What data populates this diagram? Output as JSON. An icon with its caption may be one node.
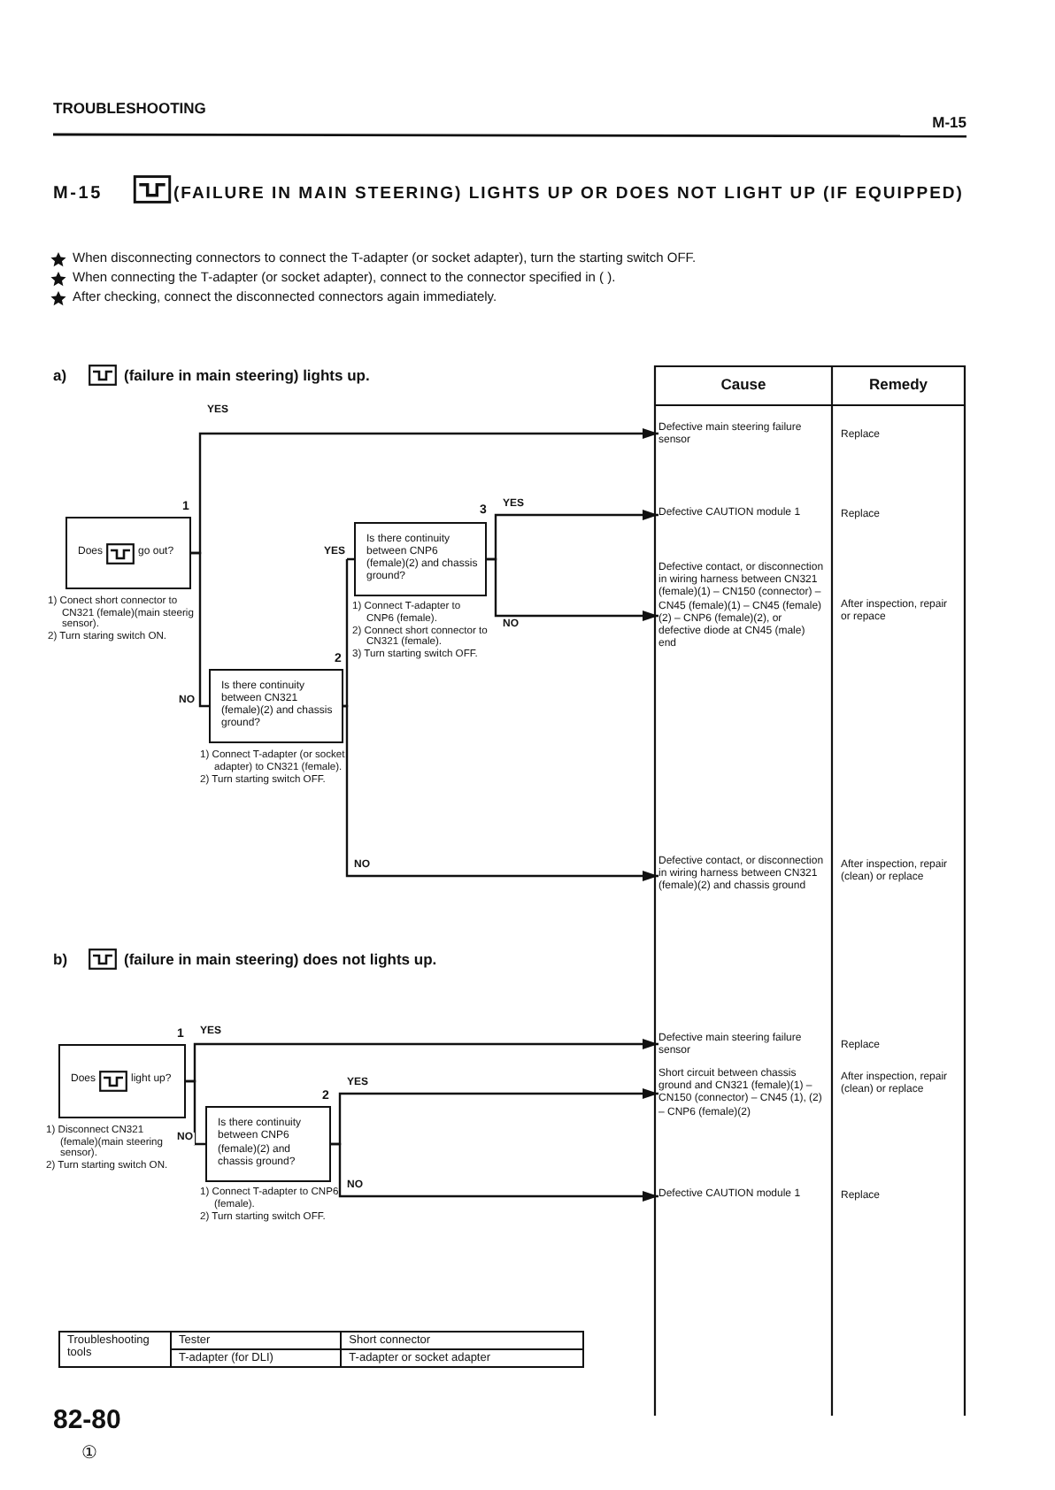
{
  "diagram": {
    "title": "(FAILURE IN MAIN STEERING) LIGHTS UP OR DOES NOT LIGHT UP (IF EQUIPPED)",
    "nodes": [
      {
        "text": [
          "Does",
          "go out?"
        ],
        "beside": [
          "1",
          "1) Conect short connector to CN321 (female)(main steerig sensor).",
          "2) Turn staring switch ON."
        ]
      },
      {
        "text": [
          "Is there continuity between CN321 (female)(2) and chassis ground?"
        ],
        "beside": [
          "2",
          "1) Connect T-adapter (or socket adapter) to CN321 (female).",
          "2) Turn starting switch OFF."
        ]
      },
      {
        "text": [
          "Is there continuity between CNP6 (female)(2) and chassis ground?"
        ],
        "beside": [
          "3",
          "1) Connect T-adapter to CNP6 (female).",
          "2) Connect short connector to CN321 (female).",
          "3) Turn starting switch OFF."
        ]
      },
      {
        "text": [
          "Defective main steering failure sensor"
        ]
      },
      {
        "text": [
          "Defective CAUTION module 1"
        ]
      },
      {
        "text": [
          "Defective contact, or disconnection in wiring harness between CN321 (female)(1) – CN150 (connector) – CN45 (female)(1) – CN45 (female)(2) – CNP6 (female)(2), or defective diode at CN45 (male) end"
        ]
      },
      {
        "text": [
          "Defective contact, or disconnection in wiring harness between CN321 (female)(2) and chassis ground"
        ]
      },
      {
        "text": [
          "Does",
          "light up?"
        ],
        "beside": [
          "1",
          "1) Disconnect CN321 (female)(main steering sensor).",
          "2) Turn starting switch ON."
        ]
      },
      {
        "text": [
          "Is there continuity between CNP6 (female)(2) and chassis ground?"
        ],
        "beside": [
          "2",
          "1) Connect T-adapter to CNP6 (female).",
          "2) Turn starting switch OFF."
        ]
      },
      {
        "text": [
          "Defective main steering failure sensor"
        ]
      },
      {
        "text": [
          "Short circuit between chassis ground and CN321 (female)(1) – CN150 (connector) – CN45 (1), (2) – CNP6 (female)(2)"
        ]
      },
      {
        "text": [
          "Defective CAUTION module 1"
        ]
      }
    ],
    "edges": [
      {
        "from": 0,
        "to": 3,
        "arrow": "to",
        "label": "YES"
      },
      {
        "from": 0,
        "to": 1,
        "arrow": "none",
        "label": "NO"
      },
      {
        "from": 1,
        "to": 2,
        "arrow": "none",
        "label": "YES"
      },
      {
        "from": 1,
        "to": 6,
        "arrow": "to",
        "label": "NO"
      },
      {
        "from": 2,
        "to": 4,
        "arrow": "to",
        "label": "YES"
      },
      {
        "from": 2,
        "to": 5,
        "arrow": "to",
        "label": "NO"
      },
      {
        "from": 7,
        "to": 9,
        "arrow": "to",
        "label": "YES"
      },
      {
        "from": 7,
        "to": 8,
        "arrow": "none",
        "label": "NO"
      },
      {
        "from": 8,
        "to": 10,
        "arrow": "to",
        "label": "YES"
      },
      {
        "from": 8,
        "to": 11,
        "arrow": "to",
        "label": "NO"
      }
    ],
    "labels": [
      "TROUBLESHOOTING",
      "M-15",
      "M-15",
      "When disconnecting connectors to connect the T-adapter (or socket adapter), turn the starting switch OFF.",
      "When connecting the T-adapter (or socket adapter), connect to the connector specified in (    ).",
      "After checking, connect the disconnected connectors again immediately.",
      "a)",
      "(failure in main steering) lights up.",
      "Cause",
      "Remedy",
      "Replace",
      "Replace",
      "After inspection, repair or repace",
      "After inspection, repair (clean) or replace",
      "b)",
      "(failure in main steering) does not lights up.",
      "Replace",
      "After inspection, repair (clean) or replace",
      "Replace",
      "Troubleshooting tools",
      "Tester",
      "Short connector",
      "T-adapter (for DLI)",
      "T-adapter or socket adapter",
      "82-80",
      "①"
    ]
  }
}
